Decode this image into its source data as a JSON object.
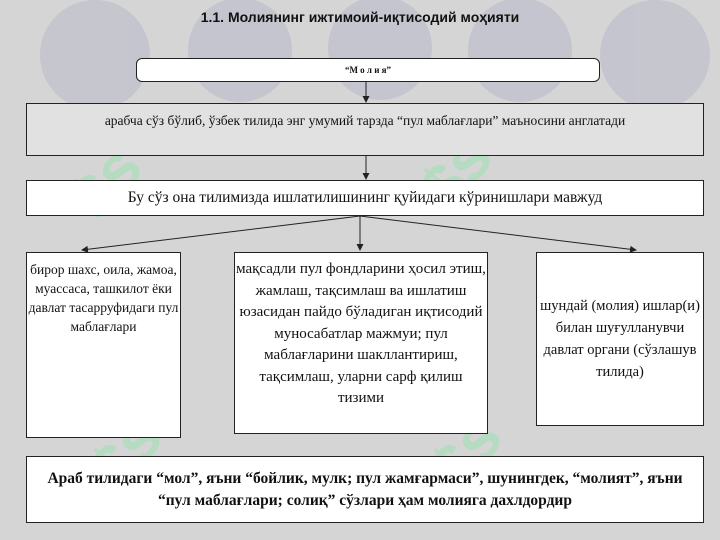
{
  "title": "1.1. Молиянинг ижтимоий-иқтисодий моҳияти",
  "nodes": {
    "root": "“М о л и я”",
    "definition": "арабча сўз бўлиб, ўзбек тилида энг умумий тарзда  “пул маблағлари” маъносини англатади",
    "forms": "Бу сўз она тилимизда ишлатилишининг қуйидаги кўринишлари мавжуд",
    "left": "бирор шахс, оила, жамоа, муассаса, ташкилот ёки давлат тасарруфидаги пул маблағлари",
    "middle": "мақсадли пул фондларини ҳосил этиш, жамлаш, тақсимлаш ва ишлатиш юзасидан пайдо бўладиган иқтисодий муносабатлар мажмуи; пул маблағларини шакллантириш, тақсимлаш, уларни сарф қилиш тизими",
    "right": "шундай (молия) ишлар(и) билан шуғулланувчи давлат органи (сўзлашув тилида)",
    "bottom": "Араб тилидаги “мол”, яъни “бойлик, мулк; пул жамғармаси”, шунингдек, “молият”, яъни “пул маблағлари; солиқ” сўзлари ҳам молияга дахлдордир"
  },
  "colors": {
    "background": "#d5d5d5",
    "watermark": "#9be0b0",
    "deco_circles": "#c2c3cd"
  }
}
